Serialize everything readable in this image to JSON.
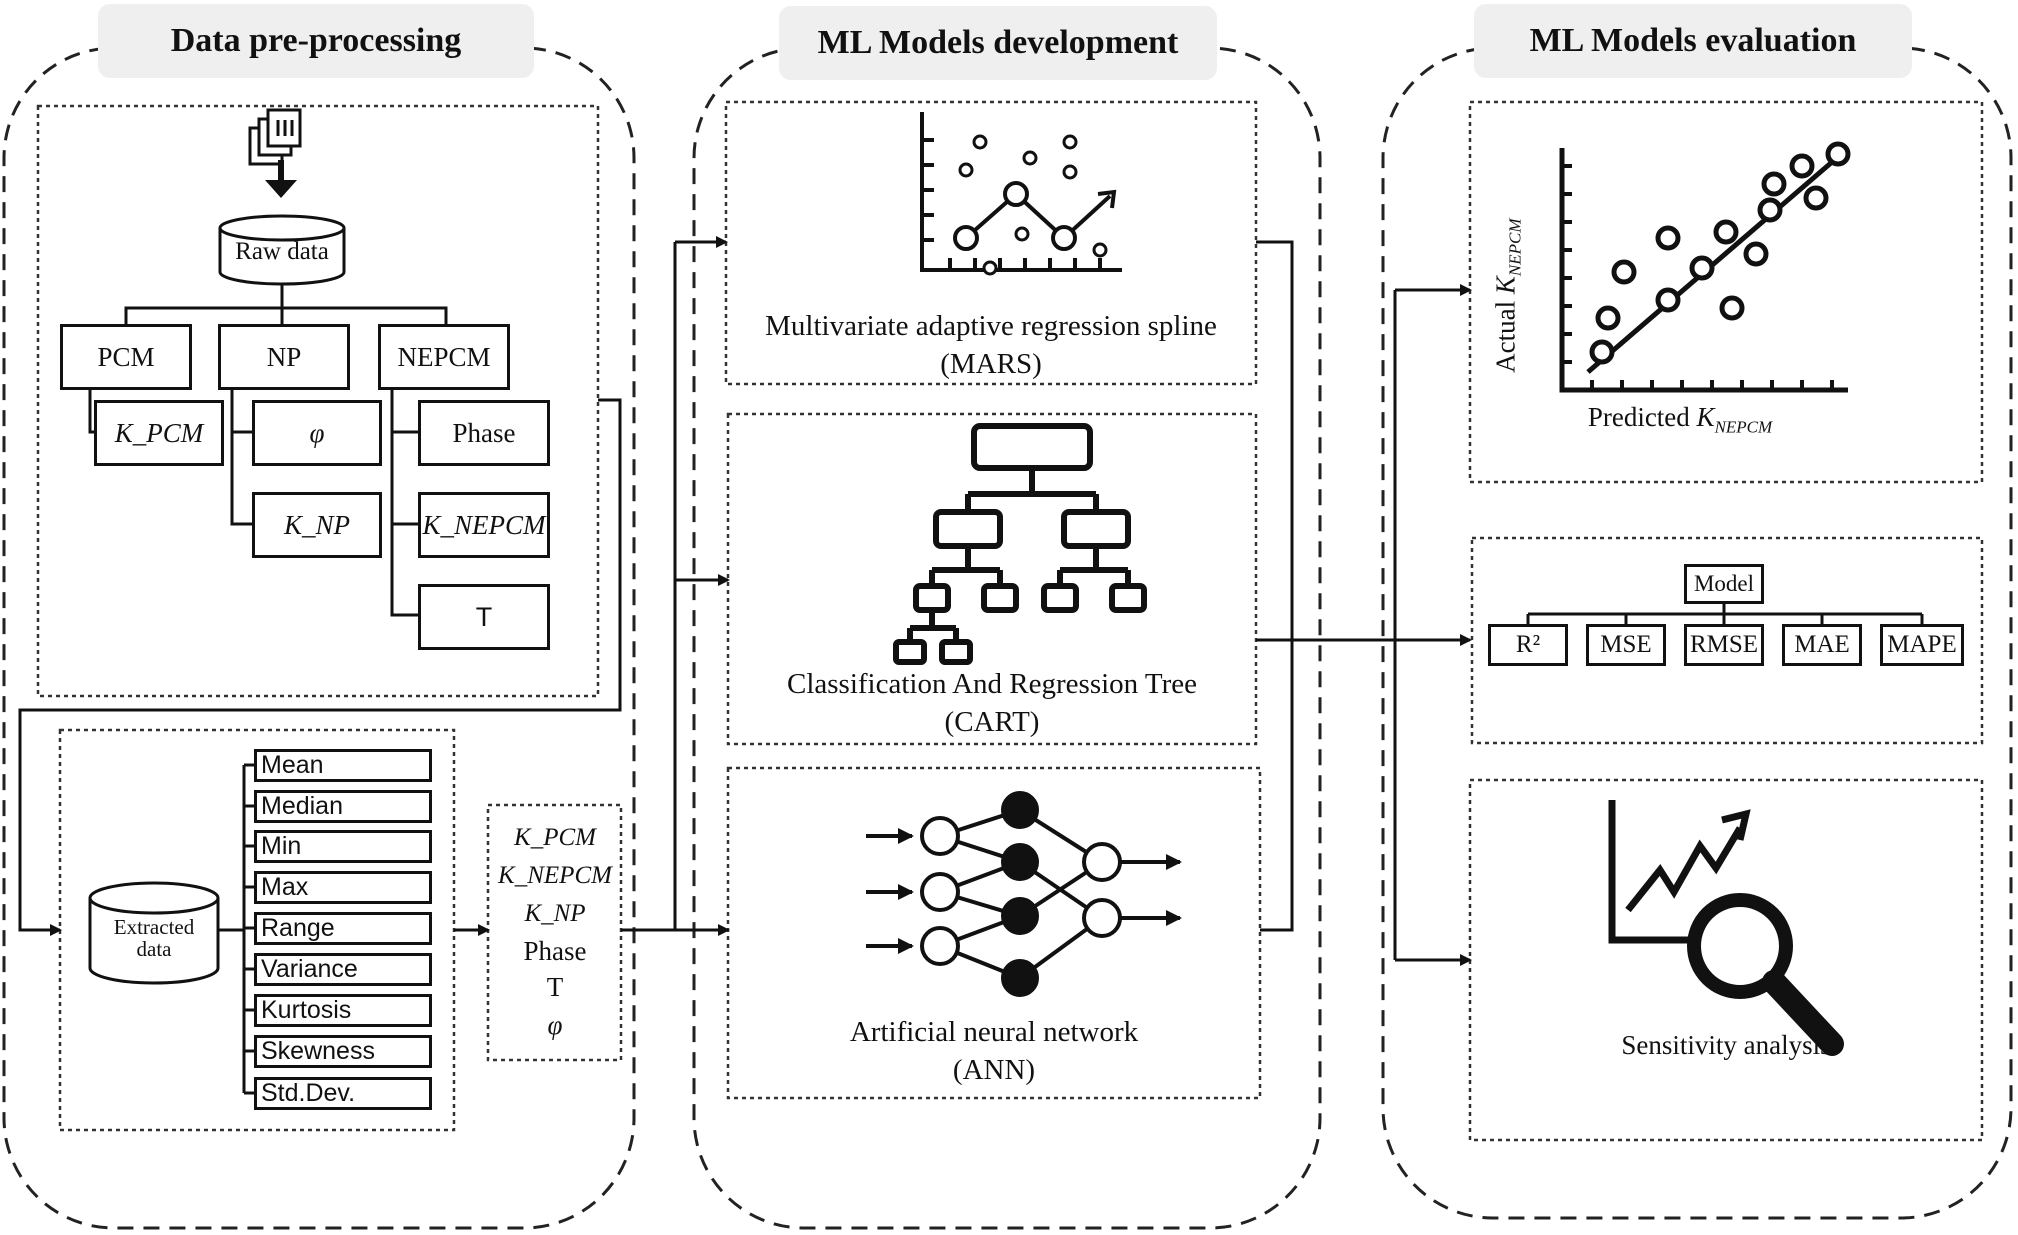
{
  "headers": {
    "preprocessing": "Data pre-processing",
    "development": "ML Models development",
    "evaluation": "ML Models evaluation"
  },
  "raw": {
    "label": "Raw data",
    "categories": [
      "PCM",
      "NP",
      "NEPCM"
    ],
    "pcm_child": "K_PCM",
    "np_children": [
      "φ",
      "K_NP"
    ],
    "nepcm_children": [
      "Phase",
      "K_NEPCM",
      "T"
    ]
  },
  "extracted": {
    "label": "Extracted data",
    "features": [
      "Mean",
      "Median",
      "Min",
      "Max",
      "Range",
      "Variance",
      "Kurtosis",
      "Skewness",
      "Std.Dev."
    ]
  },
  "inputs": {
    "items": [
      "K_PCM",
      "K_NEPCM",
      "K_NP",
      "Phase",
      "T",
      "φ"
    ]
  },
  "models": {
    "mars": {
      "name": "Multivariate adaptive regression spline",
      "abbr": "(MARS)"
    },
    "cart": {
      "name": "Classification And Regression Tree",
      "abbr": "(CART)"
    },
    "ann": {
      "name": "Artificial neural network",
      "abbr": "(ANN)"
    }
  },
  "evaluation": {
    "plot": {
      "ylabel_prefix": "Actual ",
      "xlabel_prefix": "Predicted ",
      "symbol": "K",
      "subscript": "NEPCM"
    },
    "model_label": "Model",
    "metrics": [
      "R²",
      "MSE",
      "RMSE",
      "MAE",
      "MAPE"
    ],
    "sensitivity": "Sensitivity analysis"
  }
}
